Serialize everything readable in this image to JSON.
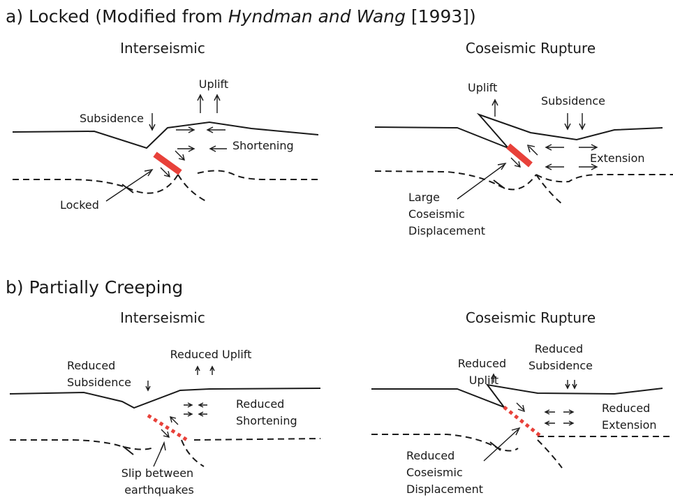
{
  "sections": {
    "a": {
      "heading_prefix": "a) Locked (Modified from ",
      "heading_authors": "Hyndman and Wang",
      "heading_suffix": " [1993])",
      "interseismic": {
        "title": "Interseismic",
        "uplift": "Uplift",
        "subsidence": "Subsidence",
        "shortening": "Shortening",
        "locked": "Locked"
      },
      "coseismic": {
        "title": "Coseismic Rupture",
        "uplift": "Uplift",
        "subsidence": "Subsidence",
        "extension": "Extension",
        "displacement": [
          "Large",
          "Coseismic",
          "Displacement"
        ]
      }
    },
    "b": {
      "heading": "b) Partially Creeping",
      "interseismic": {
        "title": "Interseismic",
        "uplift": "Reduced Uplift",
        "subsidence": [
          "Reduced",
          "Subsidence"
        ],
        "shortening": [
          "Reduced",
          "Shortening"
        ],
        "slip": [
          "Slip between",
          "earthquakes"
        ]
      },
      "coseismic": {
        "title": "Coseismic Rupture",
        "uplift": [
          "Reduced",
          "Uplift"
        ],
        "subsidence": [
          "Reduced",
          "Subsidence"
        ],
        "extension": [
          "Reduced",
          "Extension"
        ],
        "displacement": [
          "Reduced",
          "Coseismic",
          "Displacement"
        ]
      }
    }
  },
  "colors": {
    "fault": "#e8413a",
    "ink": "#1a1a1a"
  }
}
